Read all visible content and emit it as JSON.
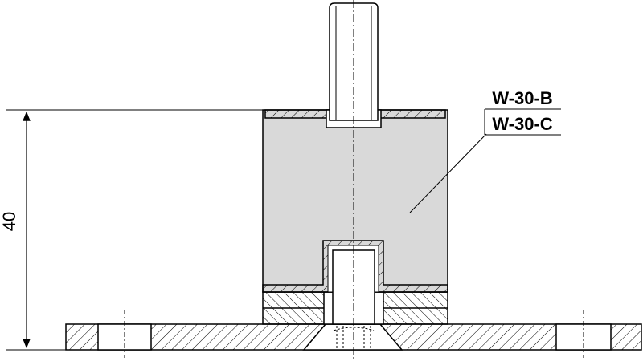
{
  "drawing": {
    "dimension_label": "40",
    "part_label_b": "W-30-B",
    "part_label_c": "W-30-C",
    "colors": {
      "line": "#000000",
      "rubber_fill": "#d9d9d9",
      "background": "#ffffff"
    }
  }
}
